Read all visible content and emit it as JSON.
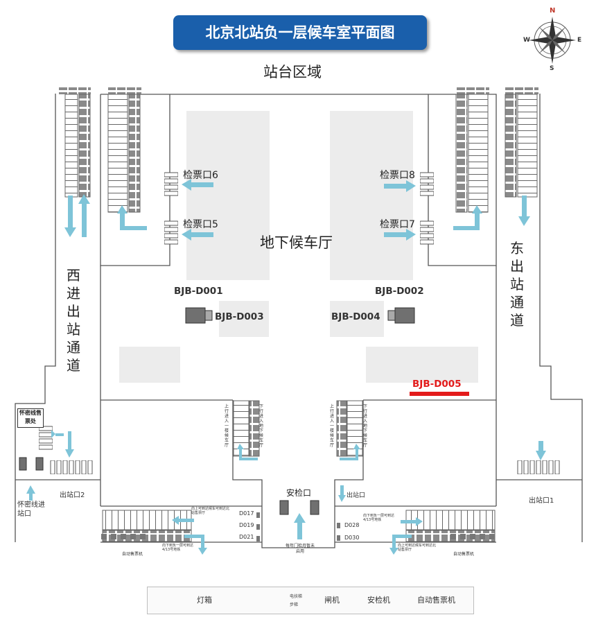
{
  "title": "北京北站负一层候车室平面图",
  "compass": {
    "n": "N",
    "s": "S",
    "e": "E",
    "w": "W"
  },
  "platform_area": "站台区域",
  "hall": "地下候车厅",
  "west_channel": "西进出站通道",
  "east_channel": "东出站通道",
  "gates": {
    "g6": "检票口6",
    "g5": "检票口5",
    "g8": "检票口8",
    "g7": "检票口7"
  },
  "codes": {
    "d001": "BJB-D001",
    "d002": "BJB-D002",
    "d003": "BJB-D003",
    "d004": "BJB-D004",
    "d005": "BJB-D005"
  },
  "huaimi_ticket": "怀密线售票处",
  "huaimi_entrance": "怀密线进站口",
  "exit1": "出站口1",
  "exit2": "出站口2",
  "exit_small": "出站口",
  "security": "安检口",
  "security_note": "每年门检月暂未启用",
  "elevator_left": "上行进入一楼候车厅",
  "elevator_right": "下行进入地下候车厅",
  "machines_label": "自动售票机",
  "box_codes": {
    "d017": "D017",
    "d019": "D019",
    "d021": "D021",
    "d028": "D028",
    "d030": "D030"
  },
  "note_a": "向下到负一层可到达4/13号地铁",
  "note_b": "向上可到达候车可到达北站售票厅",
  "legend": {
    "lightbox": "灯箱",
    "escalator": "电扶梯",
    "stairs": "步梯",
    "gate": "闸机",
    "security_machine": "安检机",
    "ticket_machine": "自动售票机"
  },
  "colors": {
    "title_bg": "#1a5fab",
    "arrow": "#7ec4d8",
    "lightbox": "#e31b1b",
    "block": "#ececec",
    "line": "#555555"
  }
}
